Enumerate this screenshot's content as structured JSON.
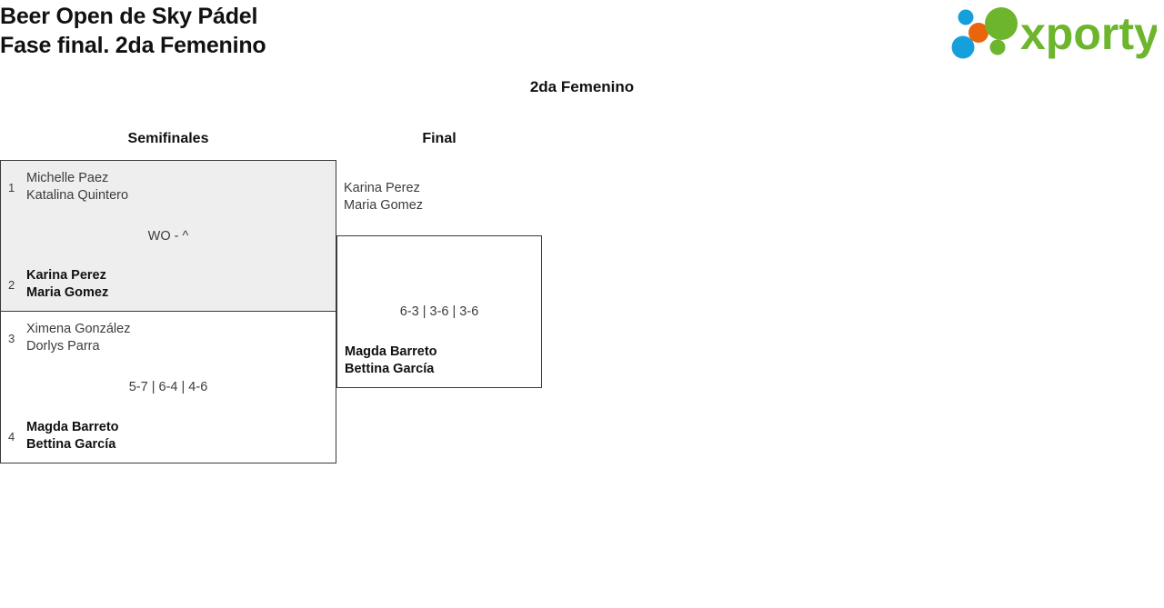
{
  "header": {
    "title_line1": "Beer Open de Sky Pádel",
    "title_line2": "Fase final. 2da Femenino",
    "logo_text": "xporty",
    "logo_colors": {
      "green": "#6cb52d",
      "orange": "#e8650d",
      "blue": "#16a0db"
    }
  },
  "subtitle": "2da Femenino",
  "rounds": [
    {
      "name": "semifinales",
      "label": "Semifinales"
    },
    {
      "name": "final",
      "label": "Final"
    }
  ],
  "bracket": {
    "semifinal_1": {
      "shaded": true,
      "team_top": {
        "seed": "1",
        "players": "Michelle Paez\nKatalina Quintero",
        "winner": false
      },
      "team_bottom": {
        "seed": "2",
        "players": "Karina Perez\nMaria Gomez",
        "winner": true
      },
      "score": "WO - ^"
    },
    "semifinal_2": {
      "shaded": false,
      "team_top": {
        "seed": "3",
        "players": "Ximena González\nDorlys Parra",
        "winner": false
      },
      "team_bottom": {
        "seed": "4",
        "players": "Magda Barreto\nBettina García",
        "winner": true
      },
      "score": "5-7 | 6-4 | 4-6"
    },
    "final_match": {
      "shaded": false,
      "advanced_label": "Karina Perez\nMaria Gomez",
      "team_bottom": {
        "players": "Magda Barreto\nBettina García",
        "winner": true
      },
      "score": "6-3 | 3-6 | 3-6"
    }
  }
}
